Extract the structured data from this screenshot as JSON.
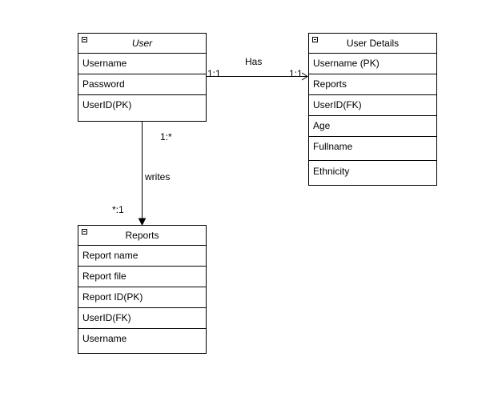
{
  "entities": {
    "user": {
      "title": "User",
      "rows": [
        "Username",
        "Password",
        "UserID(PK)"
      ]
    },
    "user_details": {
      "title": "User Details",
      "rows": [
        "Username (PK)",
        "Reports",
        "UserID(FK)",
        "Age",
        "Fullname",
        "Ethnicity"
      ]
    },
    "reports": {
      "title": "Reports",
      "rows": [
        "Report name",
        "Report file",
        "Report ID(PK)",
        "UserID(FK)",
        "Username"
      ]
    }
  },
  "relations": {
    "has": {
      "label": "Has",
      "source_card": "1:1",
      "target_card": "1:1"
    },
    "writes": {
      "label": "writes",
      "source_card": "1:*",
      "target_card": "*:1"
    }
  }
}
